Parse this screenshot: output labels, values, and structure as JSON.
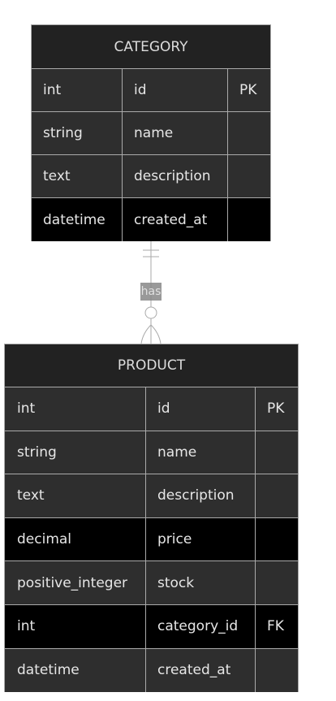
{
  "relationship": {
    "label": "has",
    "from_cardinality": "exactly-one",
    "to_cardinality": "zero-or-many"
  },
  "entities": {
    "category": {
      "name": "CATEGORY",
      "attributes": [
        {
          "type": "int",
          "name": "id",
          "key": "PK"
        },
        {
          "type": "string",
          "name": "name",
          "key": ""
        },
        {
          "type": "text",
          "name": "description",
          "key": ""
        },
        {
          "type": "datetime",
          "name": "created_at",
          "key": ""
        }
      ]
    },
    "product": {
      "name": "PRODUCT",
      "attributes": [
        {
          "type": "int",
          "name": "id",
          "key": "PK"
        },
        {
          "type": "string",
          "name": "name",
          "key": ""
        },
        {
          "type": "text",
          "name": "description",
          "key": ""
        },
        {
          "type": "decimal",
          "name": "price",
          "key": ""
        },
        {
          "type": "positive_integer",
          "name": "stock",
          "key": ""
        },
        {
          "type": "int",
          "name": "category_id",
          "key": "FK"
        },
        {
          "type": "datetime",
          "name": "created_at",
          "key": ""
        }
      ]
    }
  },
  "colors": {
    "row_light": "#2e2e2e",
    "row_dark": "#000000",
    "title_bg": "#222222",
    "border": "#aaaaaa",
    "text": "#e6e6e6"
  }
}
